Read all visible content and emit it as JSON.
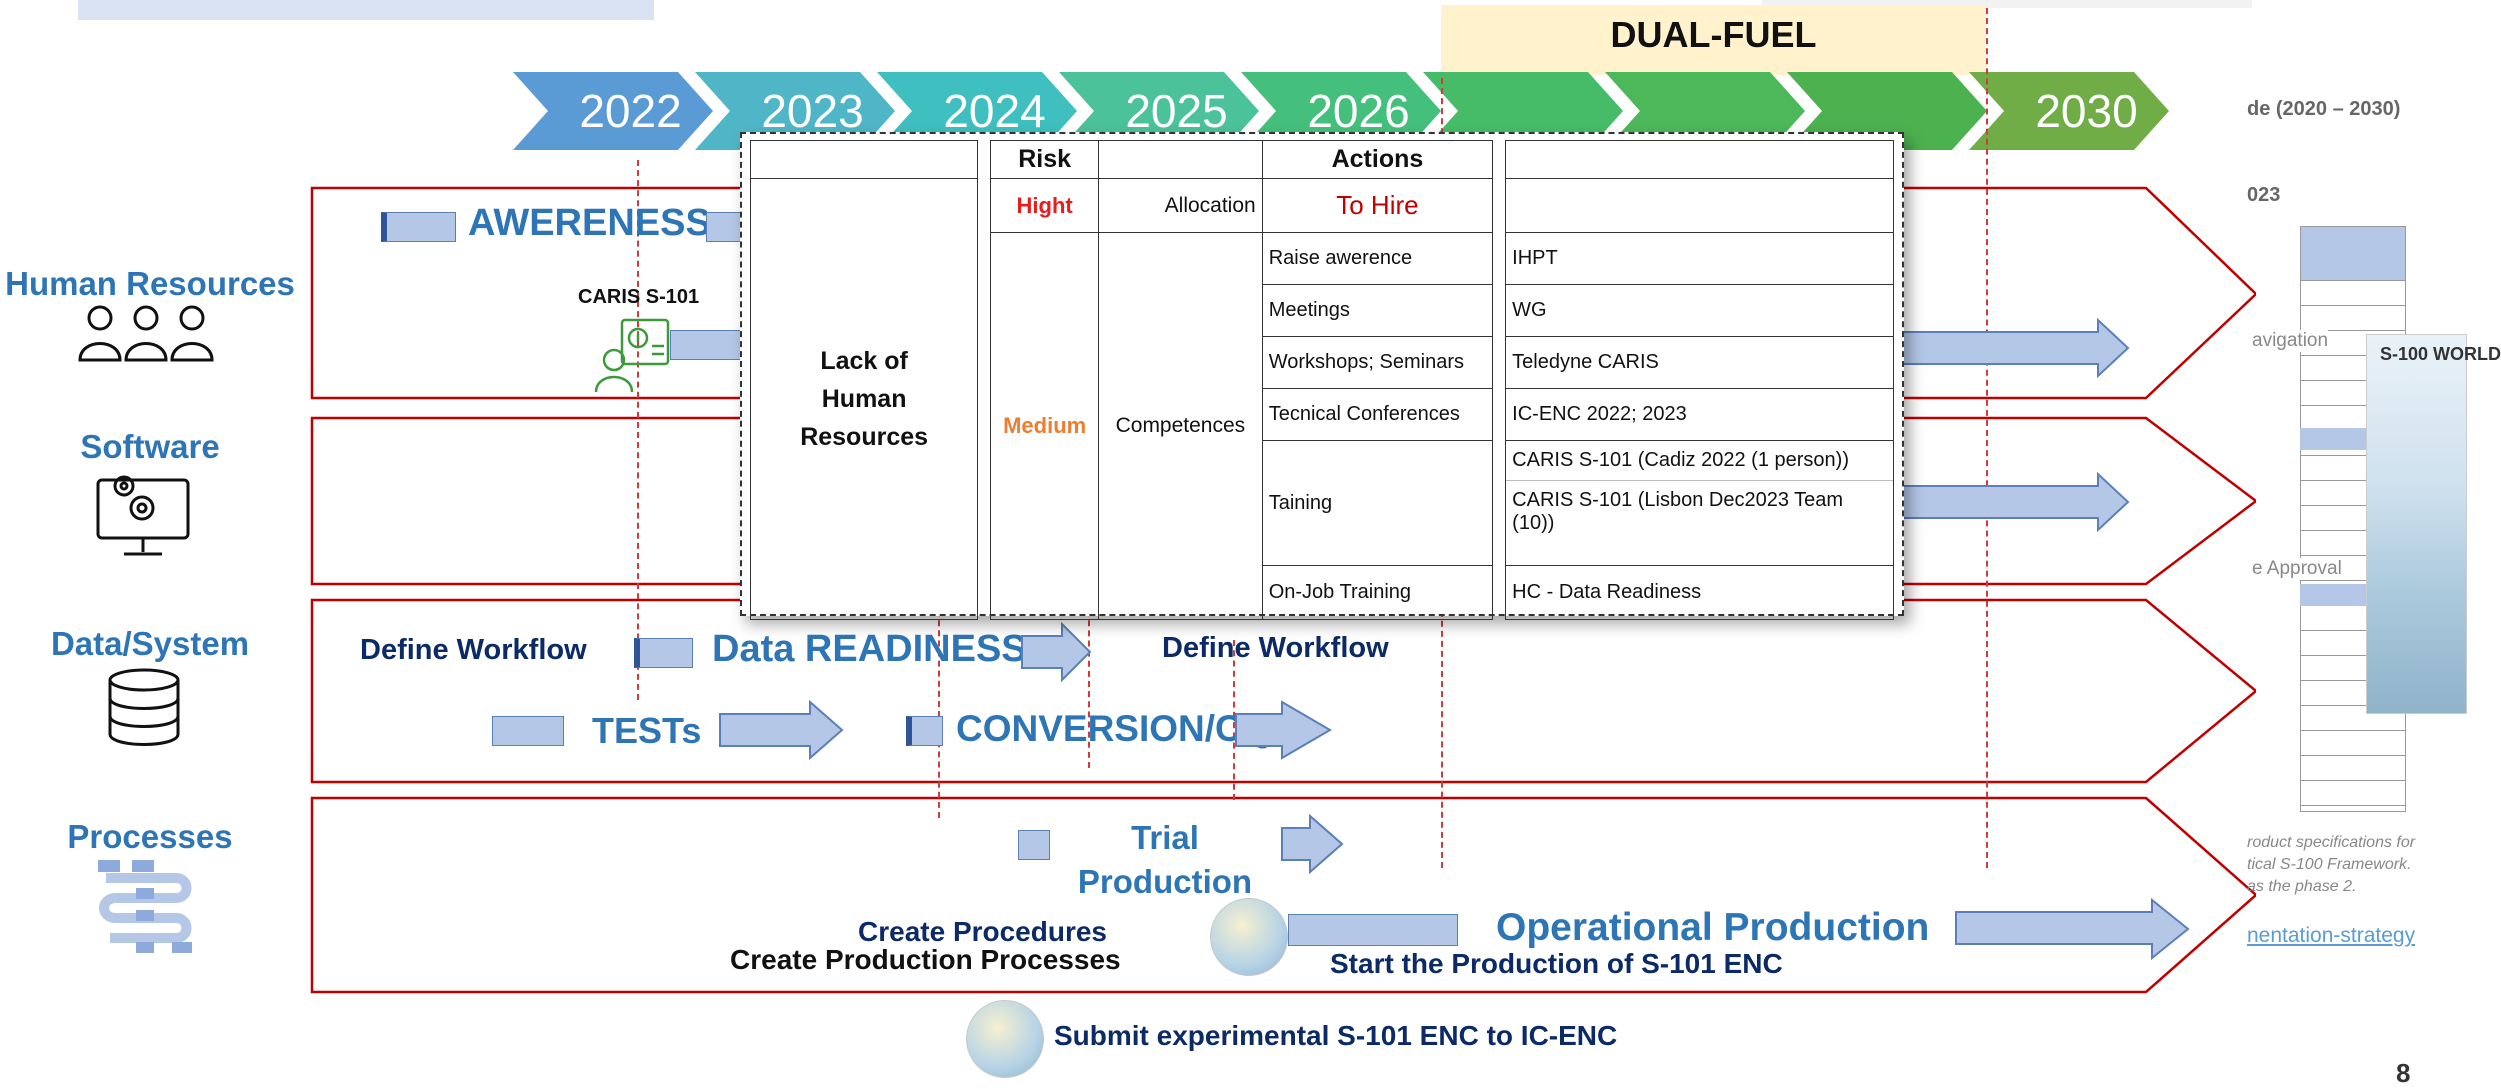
{
  "timeline": {
    "years": [
      "2022",
      "2023",
      "2024",
      "2025",
      "2026",
      "",
      "",
      "",
      "2030"
    ],
    "dual_fuel": "DUAL-FUEL",
    "colors": [
      "#5b9bd5",
      "#4fb6c7",
      "#3fbfbf",
      "#4cc29a",
      "#45c07c",
      "#46bc68",
      "#4cb85a",
      "#4cb14f",
      "#70ad47"
    ]
  },
  "rows": {
    "human_resources": "Human Resources",
    "software": "Software",
    "data_system": "Data/System",
    "processes": "Processes"
  },
  "lane_hr": {
    "awareness": "AWERENESS",
    "caris": "CARIS S-101"
  },
  "lane_data": {
    "define_workflow_left": "Define Workflow",
    "data_readiness": "Data READINESS",
    "define_workflow_right": "Define Workflow",
    "tests": "TESTs",
    "conversion": "CONVERSION/CQ"
  },
  "lane_processes": {
    "trial_production": "Trial\nProduction",
    "create_procedures": "Create Procedures",
    "create_production_processes": "Create Production Processes",
    "operational_production": "Operational Production",
    "start_production": "Start the Production of S-101 ENC"
  },
  "submit": "Submit experimental S-101 ENC to IC-ENC",
  "risk_table": {
    "header_risk": "Risk",
    "header_actions": "Actions",
    "issue": "Lack of Human Resources",
    "hight_level": "Hight",
    "allocation": "Allocation",
    "to_hire": "To Hire",
    "medium_level": "Medium",
    "competences": "Competences",
    "actions": [
      {
        "action": "Raise awerence",
        "detail": "IHPT"
      },
      {
        "action": "Meetings",
        "detail": "WG"
      },
      {
        "action": "Workshops; Seminars",
        "detail": "Teledyne CARIS"
      },
      {
        "action": "Tecnical Conferences",
        "detail": "IC-ENC 2022; 2023"
      },
      {
        "action": "Taining",
        "detail": "CARIS S-101 (Cadiz 2022 (1 person))",
        "detail2": "CARIS S-101 (Lisbon Dec2023 Team (10))"
      },
      {
        "action": "On-Job Training",
        "detail": "HC - Data Readiness"
      }
    ],
    "colors": {
      "hight": "#e81c1c",
      "medium": "#ed7d31",
      "to_hire": "#c00000"
    }
  },
  "right_panel": {
    "title_fragment": "de (2020 – 2030)",
    "year_fragment": "023",
    "navigation_fragment": "avigation",
    "approval_fragment": "e Approval",
    "s100_logo": "S-100 WORLD",
    "footnote_1": "roduct specifications for",
    "footnote_2": "tical  S-100  Framework.",
    "footnote_3": "as the phase 2.",
    "link": "nentation-strategy",
    "page_number": "8"
  }
}
